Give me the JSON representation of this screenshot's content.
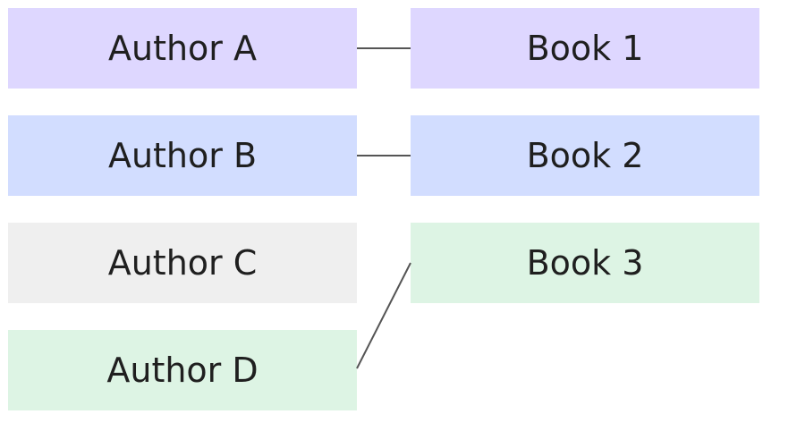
{
  "authors": [
    {
      "label": "Author A",
      "color": "#ded7ff"
    },
    {
      "label": "Author B",
      "color": "#d2ddff"
    },
    {
      "label": "Author C",
      "color": "#efefef"
    },
    {
      "label": "Author D",
      "color": "#ddf4e4"
    }
  ],
  "books": [
    {
      "label": "Book 1",
      "color": "#ded7ff"
    },
    {
      "label": "Book 2",
      "color": "#d2ddff"
    },
    {
      "label": "Book 3",
      "color": "#ddf4e4"
    }
  ],
  "links": [
    {
      "author": "Author A",
      "book": "Book 1"
    },
    {
      "author": "Author B",
      "book": "Book 2"
    },
    {
      "author": "Author D",
      "book": "Book 3"
    }
  ],
  "line_color": "#555555"
}
